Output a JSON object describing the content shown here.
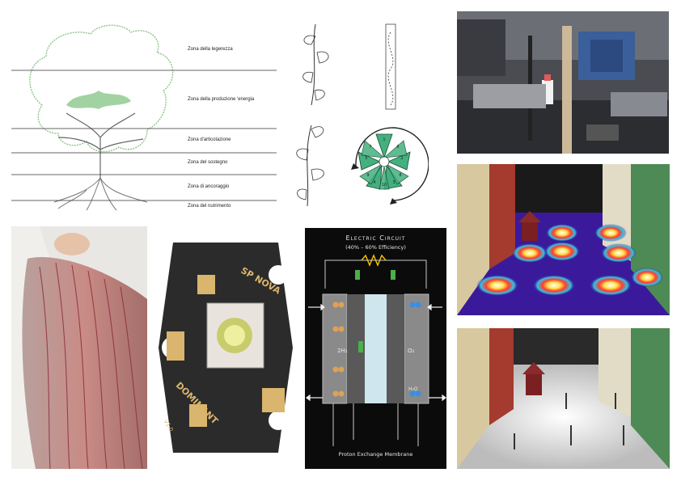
{
  "tree_diagram": {
    "zones": [
      "Zona della legerezza",
      "Zona della produzione 'energia",
      "Zona d'articolazione",
      "Zona del sostegno",
      "Zona di ancoraggio",
      "Zona del nutrimento"
    ]
  },
  "plant_sketches": {
    "flower_numbers": [
      "1",
      "2",
      "3",
      "4",
      "5",
      "6",
      "7",
      "8",
      "9",
      "10"
    ]
  },
  "led_module": {
    "brand_top": "SP NOVA",
    "brand_bottom": "DOMINANT",
    "version": "v1.0"
  },
  "fuel_cell": {
    "title": "Electric Circuit",
    "subtitle": "(40% – 60% Efficiency)",
    "label_h2": "2H₂",
    "label_o2": "O₂",
    "label_h2o": "H₂O",
    "label_membrane": "Proton Exchange Membrane"
  },
  "colors": {
    "tree_green": "#6fae6a",
    "flower_green": "#3fae7e",
    "fuel_bg": "#0b0b0b",
    "heatmap_purple": "#3a1a9a"
  }
}
